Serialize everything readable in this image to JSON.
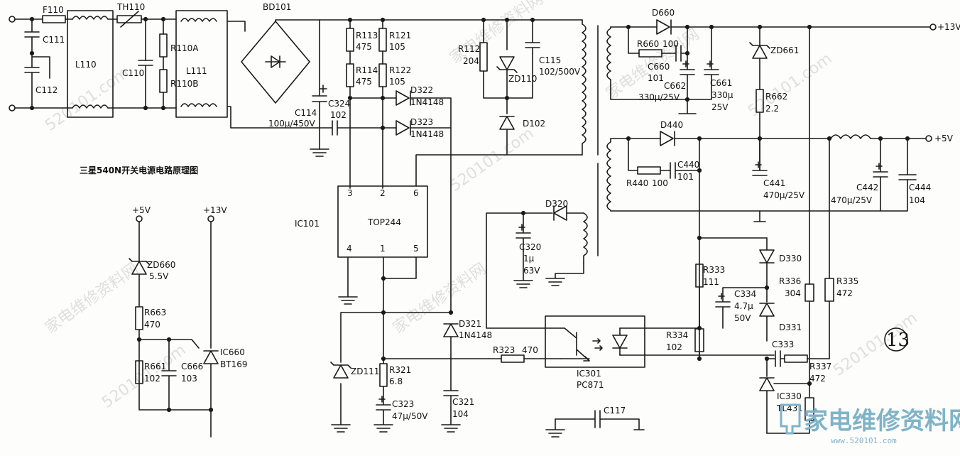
{
  "title": "三星540N开关电源电路原理图",
  "badge": "13",
  "rails": {
    "plus13_right": "+13V",
    "plus5_right": "+5V",
    "plus5_left": "+5V",
    "plus13_left": "+13V"
  },
  "components": {
    "F110": "F110",
    "TH110": "TH110",
    "C111": "C111",
    "C112": "C112",
    "L110": "L110",
    "C110": "C110",
    "R110A": "R110A",
    "R110B": "R110B",
    "L111": "L111",
    "BD101": "BD101",
    "C114": "C114",
    "C114v": "100µ/450V",
    "C324": "C324",
    "C324v": "102",
    "R113": "R113",
    "R113v": "475",
    "R114": "R114",
    "R114v": "475",
    "R121": "R121",
    "R121v": "105",
    "R122": "R122",
    "R122v": "105",
    "D322": "D322",
    "D322v": "1N4148",
    "D323": "D323",
    "D323v": "1N4148",
    "R112": "R112",
    "R112v": "204",
    "ZD110": "ZD110",
    "C115": "C115",
    "C115v": "102/500V",
    "D102": "D102",
    "IC101": "IC101",
    "TOP244": "TOP244",
    "pin3": "3",
    "pin2": "2",
    "pin6": "6",
    "pin4": "4",
    "pin1": "1",
    "pin5": "5",
    "D321": "D321",
    "D321v": "1N4148",
    "ZD111": "ZD111",
    "R321": "R321",
    "R321v": "6.8",
    "C323": "C323",
    "C323v": "47µ/50V",
    "C321": "C321",
    "C321v": "104",
    "R323": "R323",
    "R323v": "470",
    "C320": "C320",
    "C320v1": "1µ",
    "C320v2": "63V",
    "D320": "D320",
    "IC301": "IC301",
    "PC871": "PC871",
    "C117": "C117",
    "D660": "D660",
    "R660": "R660",
    "R660v": "100",
    "C660": "C660",
    "C660v": "101",
    "C662": "C662",
    "C662v": "330µ/25V",
    "C661": "C661",
    "C661v1": "330µ",
    "C661v2": "25V",
    "ZD661": "ZD661",
    "R662": "R662",
    "R662v": "2.2",
    "D440": "D440",
    "R440": "R440",
    "R440v": "100",
    "C440": "C440",
    "C440v": "101",
    "C441": "C441",
    "C441v": "470µ/25V",
    "C442": "C442",
    "C442v": "470µ/25V",
    "C444": "C444",
    "C444v": "104",
    "R333": "R333",
    "R333v": "111",
    "D330": "D330",
    "C334": "C334",
    "C334v1": "4.7µ",
    "C334v2": "50V",
    "D331": "D331",
    "R334": "R334",
    "R334v": "102",
    "C333": "C333",
    "R336": "R336",
    "R336v": "304",
    "R335": "R335",
    "R335v": "472",
    "R337": "R337",
    "R337v": "472",
    "IC330": "IC330",
    "TL431": "TL431",
    "ZD660": "ZD660",
    "ZD660v": "5.5V",
    "R663": "R663",
    "R663v": "470",
    "R661": "R661",
    "R661v": "102",
    "C666": "C666",
    "C666v": "103",
    "IC660": "IC660",
    "BT169": "BT169"
  },
  "watermarks": {
    "site": "520101.com",
    "shop": "家电维修资料网"
  },
  "logo": {
    "main": "家电维修资料网",
    "sub": "www.520101.com"
  }
}
